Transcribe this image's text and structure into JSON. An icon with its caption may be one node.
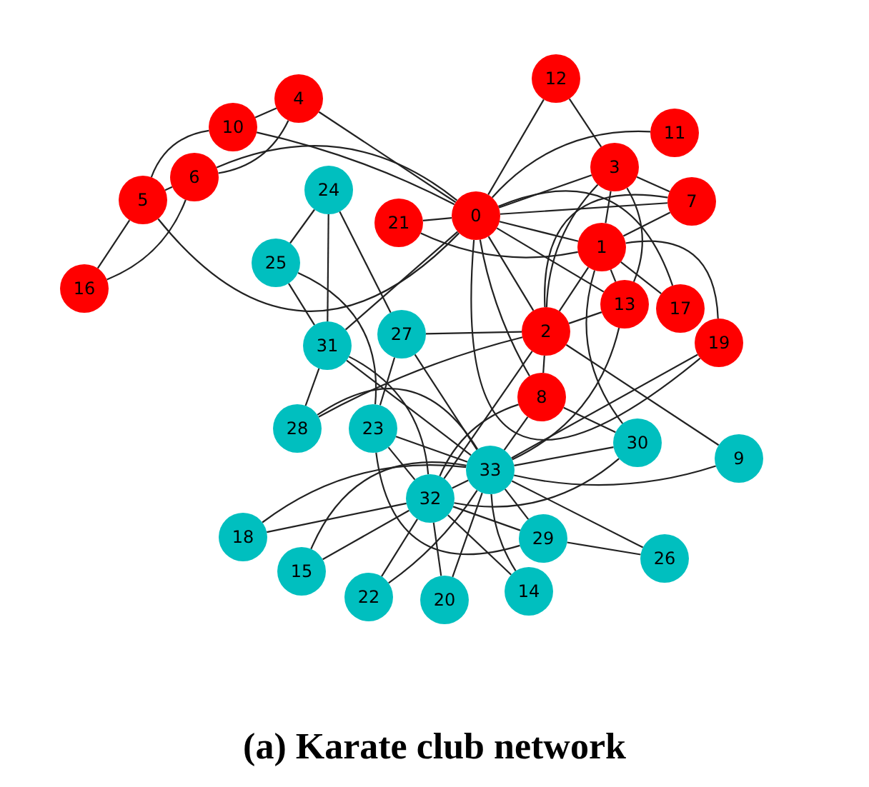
{
  "diagram": {
    "caption": "(a) Karate club network",
    "nodes": [
      {
        "text": [
          "0"
        ]
      },
      {
        "text": [
          "1"
        ]
      },
      {
        "text": [
          "2"
        ]
      },
      {
        "text": [
          "3"
        ]
      },
      {
        "text": [
          "4"
        ]
      },
      {
        "text": [
          "5"
        ]
      },
      {
        "text": [
          "6"
        ]
      },
      {
        "text": [
          "7"
        ]
      },
      {
        "text": [
          "8"
        ]
      },
      {
        "text": [
          "9"
        ]
      },
      {
        "text": [
          "10"
        ]
      },
      {
        "text": [
          "11"
        ]
      },
      {
        "text": [
          "12"
        ]
      },
      {
        "text": [
          "13"
        ]
      },
      {
        "text": [
          "14"
        ]
      },
      {
        "text": [
          "15"
        ]
      },
      {
        "text": [
          "16"
        ]
      },
      {
        "text": [
          "17"
        ]
      },
      {
        "text": [
          "18"
        ]
      },
      {
        "text": [
          "19"
        ]
      },
      {
        "text": [
          "20"
        ]
      },
      {
        "text": [
          "21"
        ]
      },
      {
        "text": [
          "22"
        ]
      },
      {
        "text": [
          "23"
        ]
      },
      {
        "text": [
          "24"
        ]
      },
      {
        "text": [
          "25"
        ]
      },
      {
        "text": [
          "26"
        ]
      },
      {
        "text": [
          "27"
        ]
      },
      {
        "text": [
          "28"
        ]
      },
      {
        "text": [
          "29"
        ]
      },
      {
        "text": [
          "30"
        ]
      },
      {
        "text": [
          "31"
        ]
      },
      {
        "text": [
          "32"
        ]
      },
      {
        "text": [
          "33"
        ]
      }
    ],
    "edges": [
      {
        "from": 0,
        "to": 1,
        "arrow": "none"
      },
      {
        "from": 0,
        "to": 2,
        "arrow": "none"
      },
      {
        "from": 0,
        "to": 3,
        "arrow": "none"
      },
      {
        "from": 0,
        "to": 4,
        "arrow": "none"
      },
      {
        "from": 0,
        "to": 5,
        "arrow": "none"
      },
      {
        "from": 0,
        "to": 6,
        "arrow": "none"
      },
      {
        "from": 0,
        "to": 7,
        "arrow": "none"
      },
      {
        "from": 0,
        "to": 8,
        "arrow": "none"
      },
      {
        "from": 0,
        "to": 10,
        "arrow": "none"
      },
      {
        "from": 0,
        "to": 11,
        "arrow": "none"
      },
      {
        "from": 0,
        "to": 12,
        "arrow": "none"
      },
      {
        "from": 0,
        "to": 13,
        "arrow": "none"
      },
      {
        "from": 0,
        "to": 17,
        "arrow": "none"
      },
      {
        "from": 0,
        "to": 19,
        "arrow": "none"
      },
      {
        "from": 0,
        "to": 21,
        "arrow": "none"
      },
      {
        "from": 0,
        "to": 31,
        "arrow": "none"
      },
      {
        "from": 1,
        "to": 2,
        "arrow": "none"
      },
      {
        "from": 1,
        "to": 3,
        "arrow": "none"
      },
      {
        "from": 1,
        "to": 7,
        "arrow": "none"
      },
      {
        "from": 1,
        "to": 13,
        "arrow": "none"
      },
      {
        "from": 1,
        "to": 17,
        "arrow": "none"
      },
      {
        "from": 1,
        "to": 19,
        "arrow": "none"
      },
      {
        "from": 1,
        "to": 21,
        "arrow": "none"
      },
      {
        "from": 1,
        "to": 30,
        "arrow": "none"
      },
      {
        "from": 2,
        "to": 3,
        "arrow": "none"
      },
      {
        "from": 2,
        "to": 7,
        "arrow": "none"
      },
      {
        "from": 2,
        "to": 8,
        "arrow": "none"
      },
      {
        "from": 2,
        "to": 9,
        "arrow": "none"
      },
      {
        "from": 2,
        "to": 13,
        "arrow": "none"
      },
      {
        "from": 2,
        "to": 27,
        "arrow": "none"
      },
      {
        "from": 2,
        "to": 28,
        "arrow": "none"
      },
      {
        "from": 2,
        "to": 32,
        "arrow": "none"
      },
      {
        "from": 3,
        "to": 7,
        "arrow": "none"
      },
      {
        "from": 3,
        "to": 12,
        "arrow": "none"
      },
      {
        "from": 3,
        "to": 13,
        "arrow": "none"
      },
      {
        "from": 4,
        "to": 6,
        "arrow": "none"
      },
      {
        "from": 4,
        "to": 10,
        "arrow": "none"
      },
      {
        "from": 5,
        "to": 6,
        "arrow": "none"
      },
      {
        "from": 5,
        "to": 10,
        "arrow": "none"
      },
      {
        "from": 5,
        "to": 16,
        "arrow": "none"
      },
      {
        "from": 6,
        "to": 16,
        "arrow": "none"
      },
      {
        "from": 8,
        "to": 30,
        "arrow": "none"
      },
      {
        "from": 8,
        "to": 32,
        "arrow": "none"
      },
      {
        "from": 8,
        "to": 33,
        "arrow": "none"
      },
      {
        "from": 9,
        "to": 33,
        "arrow": "none"
      },
      {
        "from": 13,
        "to": 33,
        "arrow": "none"
      },
      {
        "from": 14,
        "to": 32,
        "arrow": "none"
      },
      {
        "from": 14,
        "to": 33,
        "arrow": "none"
      },
      {
        "from": 15,
        "to": 32,
        "arrow": "none"
      },
      {
        "from": 15,
        "to": 33,
        "arrow": "none"
      },
      {
        "from": 18,
        "to": 32,
        "arrow": "none"
      },
      {
        "from": 18,
        "to": 33,
        "arrow": "none"
      },
      {
        "from": 19,
        "to": 33,
        "arrow": "none"
      },
      {
        "from": 20,
        "to": 32,
        "arrow": "none"
      },
      {
        "from": 20,
        "to": 33,
        "arrow": "none"
      },
      {
        "from": 22,
        "to": 32,
        "arrow": "none"
      },
      {
        "from": 22,
        "to": 33,
        "arrow": "none"
      },
      {
        "from": 23,
        "to": 25,
        "arrow": "none"
      },
      {
        "from": 23,
        "to": 27,
        "arrow": "none"
      },
      {
        "from": 23,
        "to": 29,
        "arrow": "none"
      },
      {
        "from": 23,
        "to": 32,
        "arrow": "none"
      },
      {
        "from": 23,
        "to": 33,
        "arrow": "none"
      },
      {
        "from": 24,
        "to": 25,
        "arrow": "none"
      },
      {
        "from": 24,
        "to": 27,
        "arrow": "none"
      },
      {
        "from": 24,
        "to": 31,
        "arrow": "none"
      },
      {
        "from": 25,
        "to": 31,
        "arrow": "none"
      },
      {
        "from": 26,
        "to": 29,
        "arrow": "none"
      },
      {
        "from": 26,
        "to": 33,
        "arrow": "none"
      },
      {
        "from": 27,
        "to": 33,
        "arrow": "none"
      },
      {
        "from": 28,
        "to": 31,
        "arrow": "none"
      },
      {
        "from": 28,
        "to": 33,
        "arrow": "none"
      },
      {
        "from": 29,
        "to": 32,
        "arrow": "none"
      },
      {
        "from": 29,
        "to": 33,
        "arrow": "none"
      },
      {
        "from": 30,
        "to": 32,
        "arrow": "none"
      },
      {
        "from": 30,
        "to": 33,
        "arrow": "none"
      },
      {
        "from": 31,
        "to": 32,
        "arrow": "none"
      },
      {
        "from": 31,
        "to": 33,
        "arrow": "none"
      },
      {
        "from": 32,
        "to": 33,
        "arrow": "none"
      }
    ]
  }
}
